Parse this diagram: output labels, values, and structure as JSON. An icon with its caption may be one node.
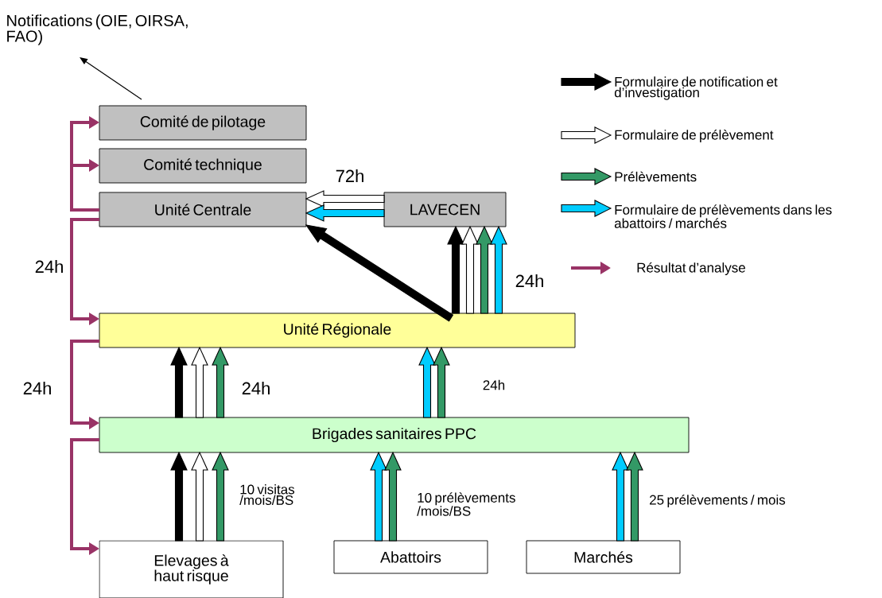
{
  "diagram": {
    "nodes": [
      {
        "text": [
          "Notifications (OIE, OIRSA, FAO)"
        ]
      },
      {
        "text": [
          "Comité de pilotage"
        ]
      },
      {
        "text": [
          "Comité technique"
        ]
      },
      {
        "text": [
          "Unité Centrale"
        ]
      },
      {
        "text": [
          "LAVECEN"
        ]
      },
      {
        "text": [
          "Unité Régionale"
        ]
      },
      {
        "text": [
          "Brigades sanitaires PPC"
        ]
      },
      {
        "text": [
          "Elevages à haut risque"
        ]
      },
      {
        "text": [
          "Abattoirs"
        ]
      },
      {
        "text": [
          "Marchés"
        ]
      }
    ],
    "edges": [
      {
        "from": 1,
        "to": 0,
        "arrow": "to",
        "color": "#000000"
      },
      {
        "from": 3,
        "to": 1,
        "arrow": "to",
        "color": "#993366"
      },
      {
        "from": 3,
        "to": 2,
        "arrow": "to",
        "color": "#993366"
      },
      {
        "from": 3,
        "to": 5,
        "arrow": "to",
        "color": "#993366",
        "label": "24h"
      },
      {
        "from": 5,
        "to": 6,
        "arrow": "to",
        "color": "#993366",
        "label": "24h"
      },
      {
        "from": 6,
        "to": 7,
        "arrow": "to",
        "color": "#993366"
      },
      {
        "from": 4,
        "to": 3,
        "arrow": "to",
        "style": "thick",
        "color": "#ffffff",
        "label": "72h"
      },
      {
        "from": 4,
        "to": 3,
        "arrow": "to",
        "style": "thick",
        "color": "#00ccff"
      },
      {
        "from": 5,
        "to": 3,
        "arrow": "to",
        "style": "thick",
        "color": "#000000"
      },
      {
        "from": 5,
        "to": 4,
        "arrow": "to",
        "style": "thick",
        "color": "#000000"
      },
      {
        "from": 5,
        "to": 4,
        "arrow": "to",
        "style": "thick",
        "color": "#ffffff"
      },
      {
        "from": 5,
        "to": 4,
        "arrow": "to",
        "style": "thick",
        "color": "#339966"
      },
      {
        "from": 5,
        "to": 4,
        "arrow": "to",
        "style": "thick",
        "color": "#00ccff",
        "label": "24h"
      },
      {
        "from": 6,
        "to": 5,
        "arrow": "to",
        "style": "thick",
        "color": "#000000"
      },
      {
        "from": 6,
        "to": 5,
        "arrow": "to",
        "style": "thick",
        "color": "#ffffff"
      },
      {
        "from": 6,
        "to": 5,
        "arrow": "to",
        "style": "thick",
        "color": "#339966",
        "label": "24h"
      },
      {
        "from": 6,
        "to": 5,
        "arrow": "to",
        "style": "thick",
        "color": "#00ccff"
      },
      {
        "from": 6,
        "to": 5,
        "arrow": "to",
        "style": "thick",
        "color": "#339966",
        "label": "24h"
      },
      {
        "from": 7,
        "to": 6,
        "arrow": "to",
        "style": "thick",
        "color": "#000000"
      },
      {
        "from": 7,
        "to": 6,
        "arrow": "to",
        "style": "thick",
        "color": "#ffffff"
      },
      {
        "from": 7,
        "to": 6,
        "arrow": "to",
        "style": "thick",
        "color": "#339966",
        "label": "10 visitas /mois/BS"
      },
      {
        "from": 8,
        "to": 6,
        "arrow": "to",
        "style": "thick",
        "color": "#00ccff"
      },
      {
        "from": 8,
        "to": 6,
        "arrow": "to",
        "style": "thick",
        "color": "#339966",
        "label": "10 prélèvements /mois/BS"
      },
      {
        "from": 9,
        "to": 6,
        "arrow": "to",
        "style": "thick",
        "color": "#00ccff"
      },
      {
        "from": 9,
        "to": 6,
        "arrow": "to",
        "style": "thick",
        "color": "#339966",
        "label": "25 prélèvements / mois"
      }
    ],
    "legend": [
      {
        "text": "Formulaire de notification et d’investigation"
      },
      {
        "text": "Formulaire de prélèvement"
      },
      {
        "text": "Prélèvements"
      },
      {
        "text": "Formulaire de prélèvements dans les abattoirs / marchés"
      },
      {
        "text": "Résultat d’analyse"
      }
    ]
  }
}
